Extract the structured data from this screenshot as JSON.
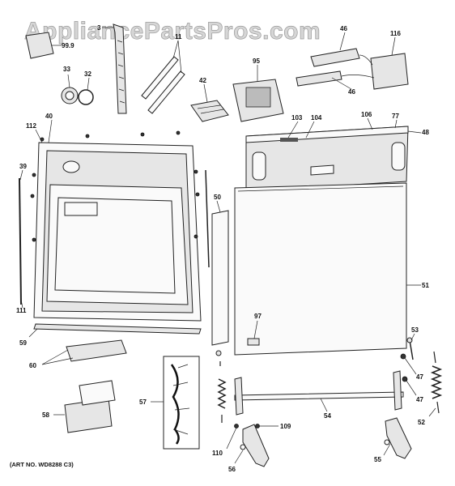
{
  "watermark": "AppliancePartsPros.com",
  "art_number": "(ART NO. WD8288 C3)",
  "labels": {
    "p3": "3",
    "p9999": "99.9",
    "p11": "11",
    "p46a": "46",
    "p46b": "46",
    "p116": "116",
    "p33": "33",
    "p32": "32",
    "p95": "95",
    "p42": "42",
    "p112": "112",
    "p40": "40",
    "p103": "103",
    "p104": "104",
    "p106": "106",
    "p77": "77",
    "p48": "48",
    "p39": "39",
    "p50": "50",
    "p51": "51",
    "p111": "111",
    "p97": "97",
    "p53": "53",
    "p59": "59",
    "p60": "60",
    "p47a": "47",
    "p47b": "47",
    "p57": "57",
    "p54": "54",
    "p52": "52",
    "p58": "58",
    "p109": "109",
    "p110": "110",
    "p56": "56",
    "p55": "55"
  }
}
